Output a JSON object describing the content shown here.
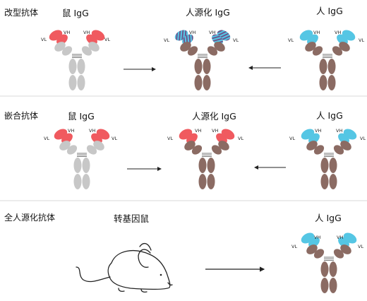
{
  "colors": {
    "mouse_variable": "#f05a5f",
    "mouse_constant": "#c7c7c7",
    "human_variable": "#55c6e4",
    "human_constant": "#8b6b63",
    "cdr_stripe": "#6d4d86",
    "divider": "#d8d8d8"
  },
  "domain_labels": {
    "vl": "VL",
    "vh": "VH"
  },
  "sections": [
    {
      "title": "改型抗体",
      "left_label": "鼠 IgG",
      "center_label": "人源化 IgG",
      "right_label": "人 IgG"
    },
    {
      "title": "嵌合抗体",
      "left_label": "鼠 IgG",
      "center_label": "人源化 IgG",
      "right_label": "人 IgG"
    },
    {
      "title": "全人源化抗体",
      "left_label": "转基因鼠",
      "right_label": "人 IgG"
    }
  ]
}
